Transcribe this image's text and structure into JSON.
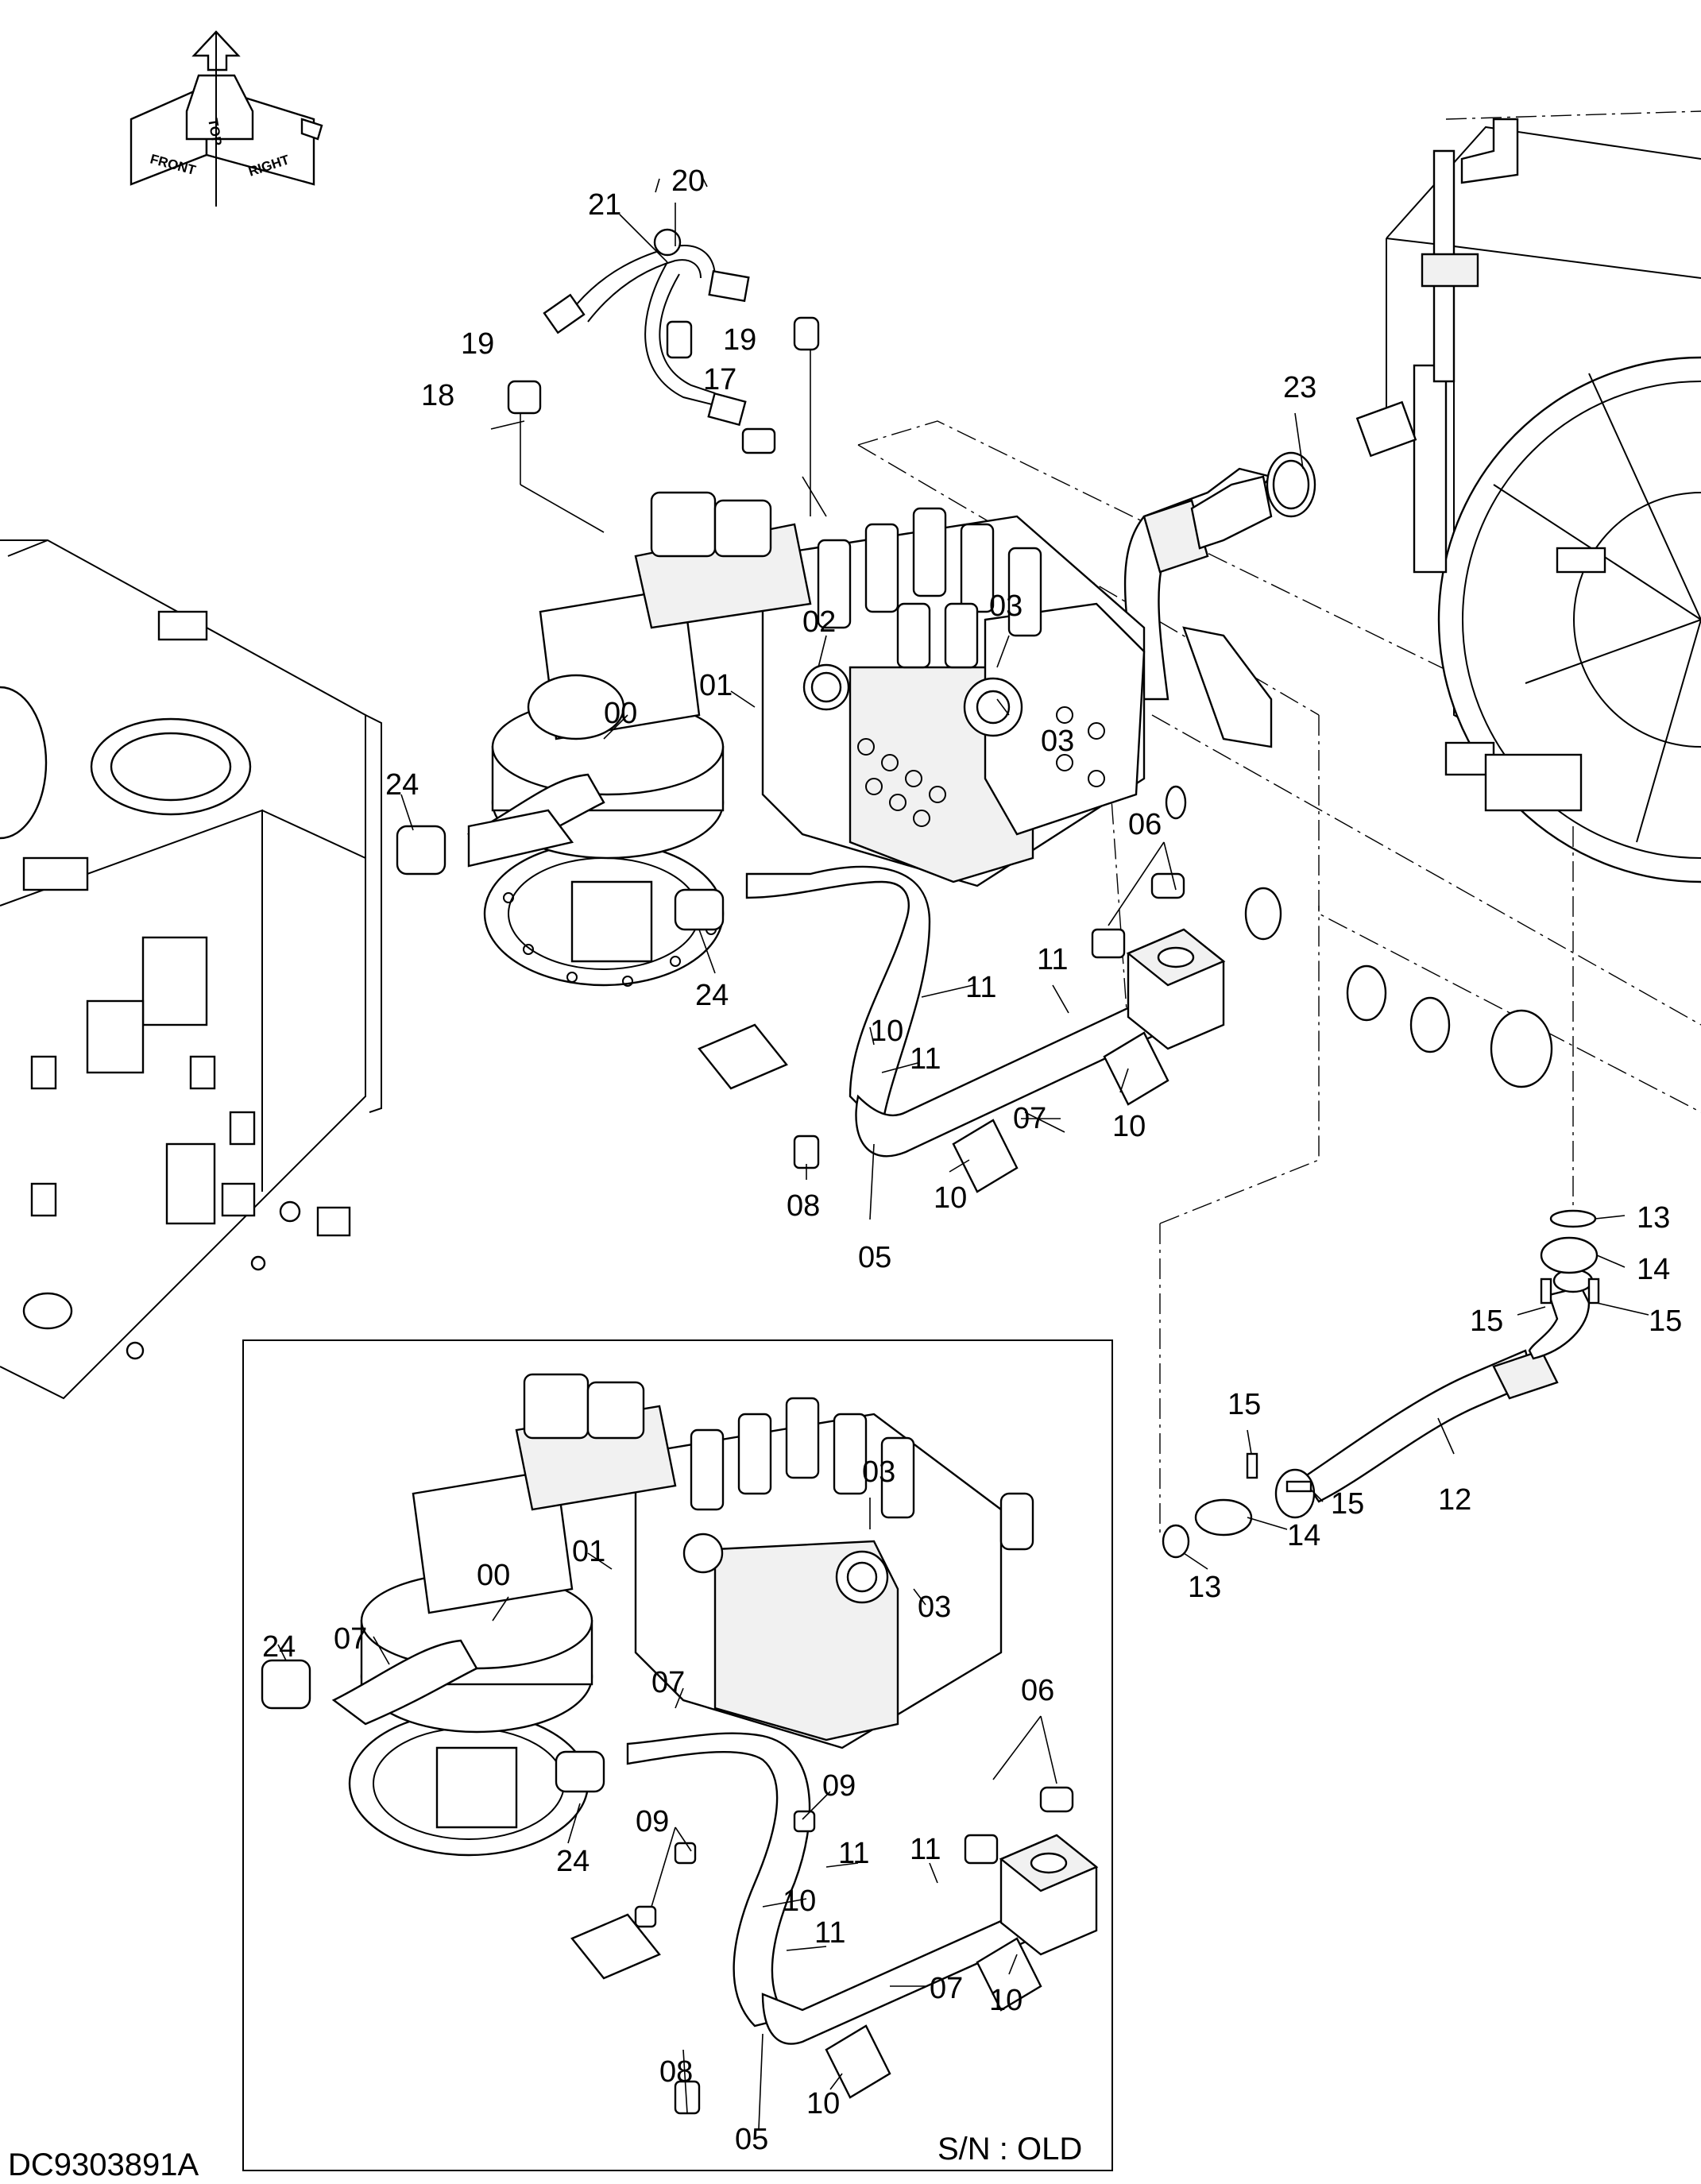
{
  "drawing": {
    "code": "DC9303891A",
    "serial_note": "S/N : OLD",
    "orientation": {
      "front": "FRONT",
      "top": "TOP",
      "right": "RIGHT"
    }
  },
  "callouts": {
    "main": [
      {
        "id": "m00",
        "label": "00"
      },
      {
        "id": "m01",
        "label": "01"
      },
      {
        "id": "m02",
        "label": "02"
      },
      {
        "id": "m03a",
        "label": "03"
      },
      {
        "id": "m03b",
        "label": "03"
      },
      {
        "id": "m05",
        "label": "05"
      },
      {
        "id": "m06",
        "label": "06"
      },
      {
        "id": "m07",
        "label": "07"
      },
      {
        "id": "m08",
        "label": "08"
      },
      {
        "id": "m10a",
        "label": "10"
      },
      {
        "id": "m10b",
        "label": "10"
      },
      {
        "id": "m10c",
        "label": "10"
      },
      {
        "id": "m11a",
        "label": "11"
      },
      {
        "id": "m11b",
        "label": "11"
      },
      {
        "id": "m11c",
        "label": "11"
      },
      {
        "id": "m12",
        "label": "12"
      },
      {
        "id": "m13a",
        "label": "13"
      },
      {
        "id": "m13b",
        "label": "13"
      },
      {
        "id": "m14a",
        "label": "14"
      },
      {
        "id": "m14b",
        "label": "14"
      },
      {
        "id": "m15a",
        "label": "15"
      },
      {
        "id": "m15b",
        "label": "15"
      },
      {
        "id": "m15c",
        "label": "15"
      },
      {
        "id": "m15d",
        "label": "15"
      },
      {
        "id": "m17",
        "label": "17"
      },
      {
        "id": "m18",
        "label": "18"
      },
      {
        "id": "m19a",
        "label": "19"
      },
      {
        "id": "m19b",
        "label": "19"
      },
      {
        "id": "m20",
        "label": "20"
      },
      {
        "id": "m21",
        "label": "21"
      },
      {
        "id": "m23",
        "label": "23"
      },
      {
        "id": "m24a",
        "label": "24"
      },
      {
        "id": "m24b",
        "label": "24"
      }
    ],
    "inset": [
      {
        "id": "i00",
        "label": "00"
      },
      {
        "id": "i01",
        "label": "01"
      },
      {
        "id": "i03a",
        "label": "03"
      },
      {
        "id": "i03b",
        "label": "03"
      },
      {
        "id": "i05",
        "label": "05"
      },
      {
        "id": "i06",
        "label": "06"
      },
      {
        "id": "i07a",
        "label": "07"
      },
      {
        "id": "i07b",
        "label": "07"
      },
      {
        "id": "i07c",
        "label": "07"
      },
      {
        "id": "i08",
        "label": "08"
      },
      {
        "id": "i09a",
        "label": "09"
      },
      {
        "id": "i09b",
        "label": "09"
      },
      {
        "id": "i10a",
        "label": "10"
      },
      {
        "id": "i10b",
        "label": "10"
      },
      {
        "id": "i10c",
        "label": "10"
      },
      {
        "id": "i11a",
        "label": "11"
      },
      {
        "id": "i11b",
        "label": "11"
      },
      {
        "id": "i11c",
        "label": "11"
      },
      {
        "id": "i24a",
        "label": "24"
      },
      {
        "id": "i24b",
        "label": "24"
      }
    ]
  }
}
